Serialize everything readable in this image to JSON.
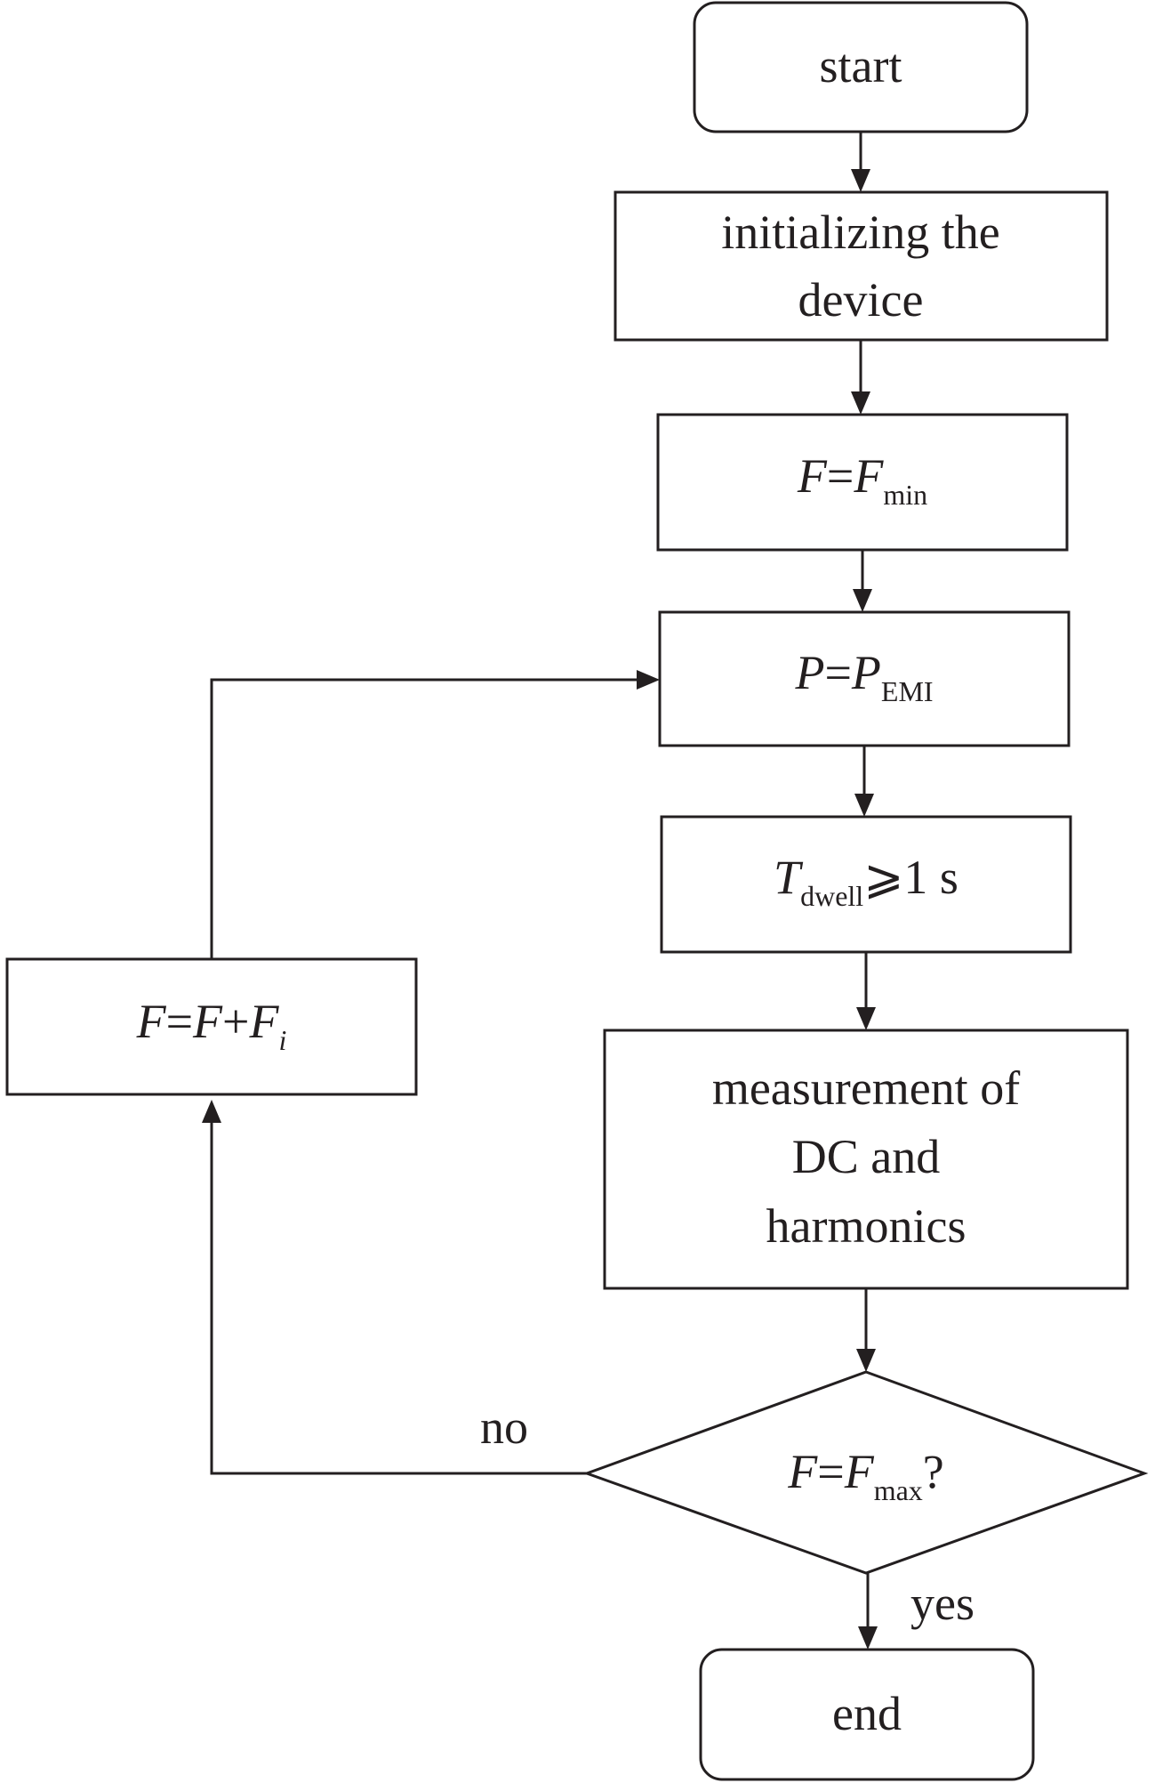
{
  "nodes": {
    "start": "start",
    "init_line1": "initializing the",
    "init_line2": "device",
    "f_min": {
      "var": "F",
      "eq": "=",
      "var2": "F",
      "sub": "min"
    },
    "p_emi": {
      "var": "P",
      "eq": "=",
      "var2": "P",
      "sub": "EMI"
    },
    "t_dwell": {
      "var": "T",
      "sub": "dwell",
      "rest": "⩾1 s"
    },
    "measure_line1": "measurement of",
    "measure_line2": "DC and",
    "measure_line3": "harmonics",
    "decision": {
      "var": "F",
      "eq": "=",
      "var2": "F",
      "sub": "max",
      "rest": "?"
    },
    "increment": {
      "var": "F",
      "eq": "=",
      "var2": "F",
      "plus": "+",
      "var3": "F",
      "sub": "i"
    },
    "end": "end"
  },
  "edge_labels": {
    "no": "no",
    "yes": "yes"
  },
  "colors": {
    "stroke": "#231f20",
    "background": "#ffffff"
  }
}
